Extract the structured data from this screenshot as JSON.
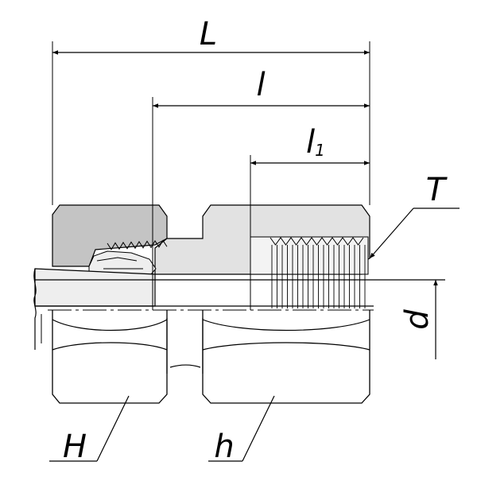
{
  "dimension_labels": {
    "L": "L",
    "l": "l",
    "l1_main": "l",
    "l1_sub": "1",
    "T": "T",
    "d": "d",
    "H": "H",
    "h": "h"
  },
  "colors": {
    "nut": "#c4c4c4",
    "body": "#e2e2e2",
    "tube": "#eeeeee",
    "line": "#000000"
  }
}
